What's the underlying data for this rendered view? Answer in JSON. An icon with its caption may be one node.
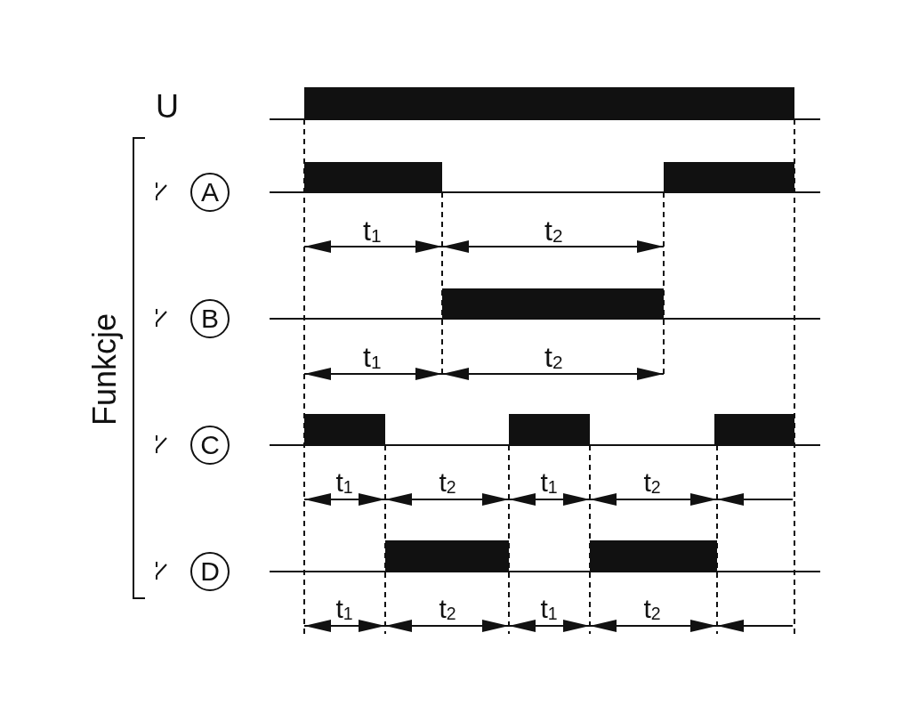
{
  "diagram": {
    "nodes": [
      {
        "text": [
          "A"
        ]
      },
      {
        "text": [
          "B"
        ]
      },
      {
        "text": [
          "C"
        ]
      },
      {
        "text": [
          "D"
        ]
      }
    ],
    "edges": [],
    "labels": [
      "U",
      "Funkcje",
      "t$_{1}$",
      "t$_{2}$",
      "t$_{1}$",
      "t$_{2}$",
      "t$_{1}$",
      "t$_{2}$",
      "t$_{1}$",
      "t$_{2}$",
      "t$_{1}$",
      "t$_{2}$",
      "t$_{1}$",
      "t$_{2}$"
    ]
  }
}
